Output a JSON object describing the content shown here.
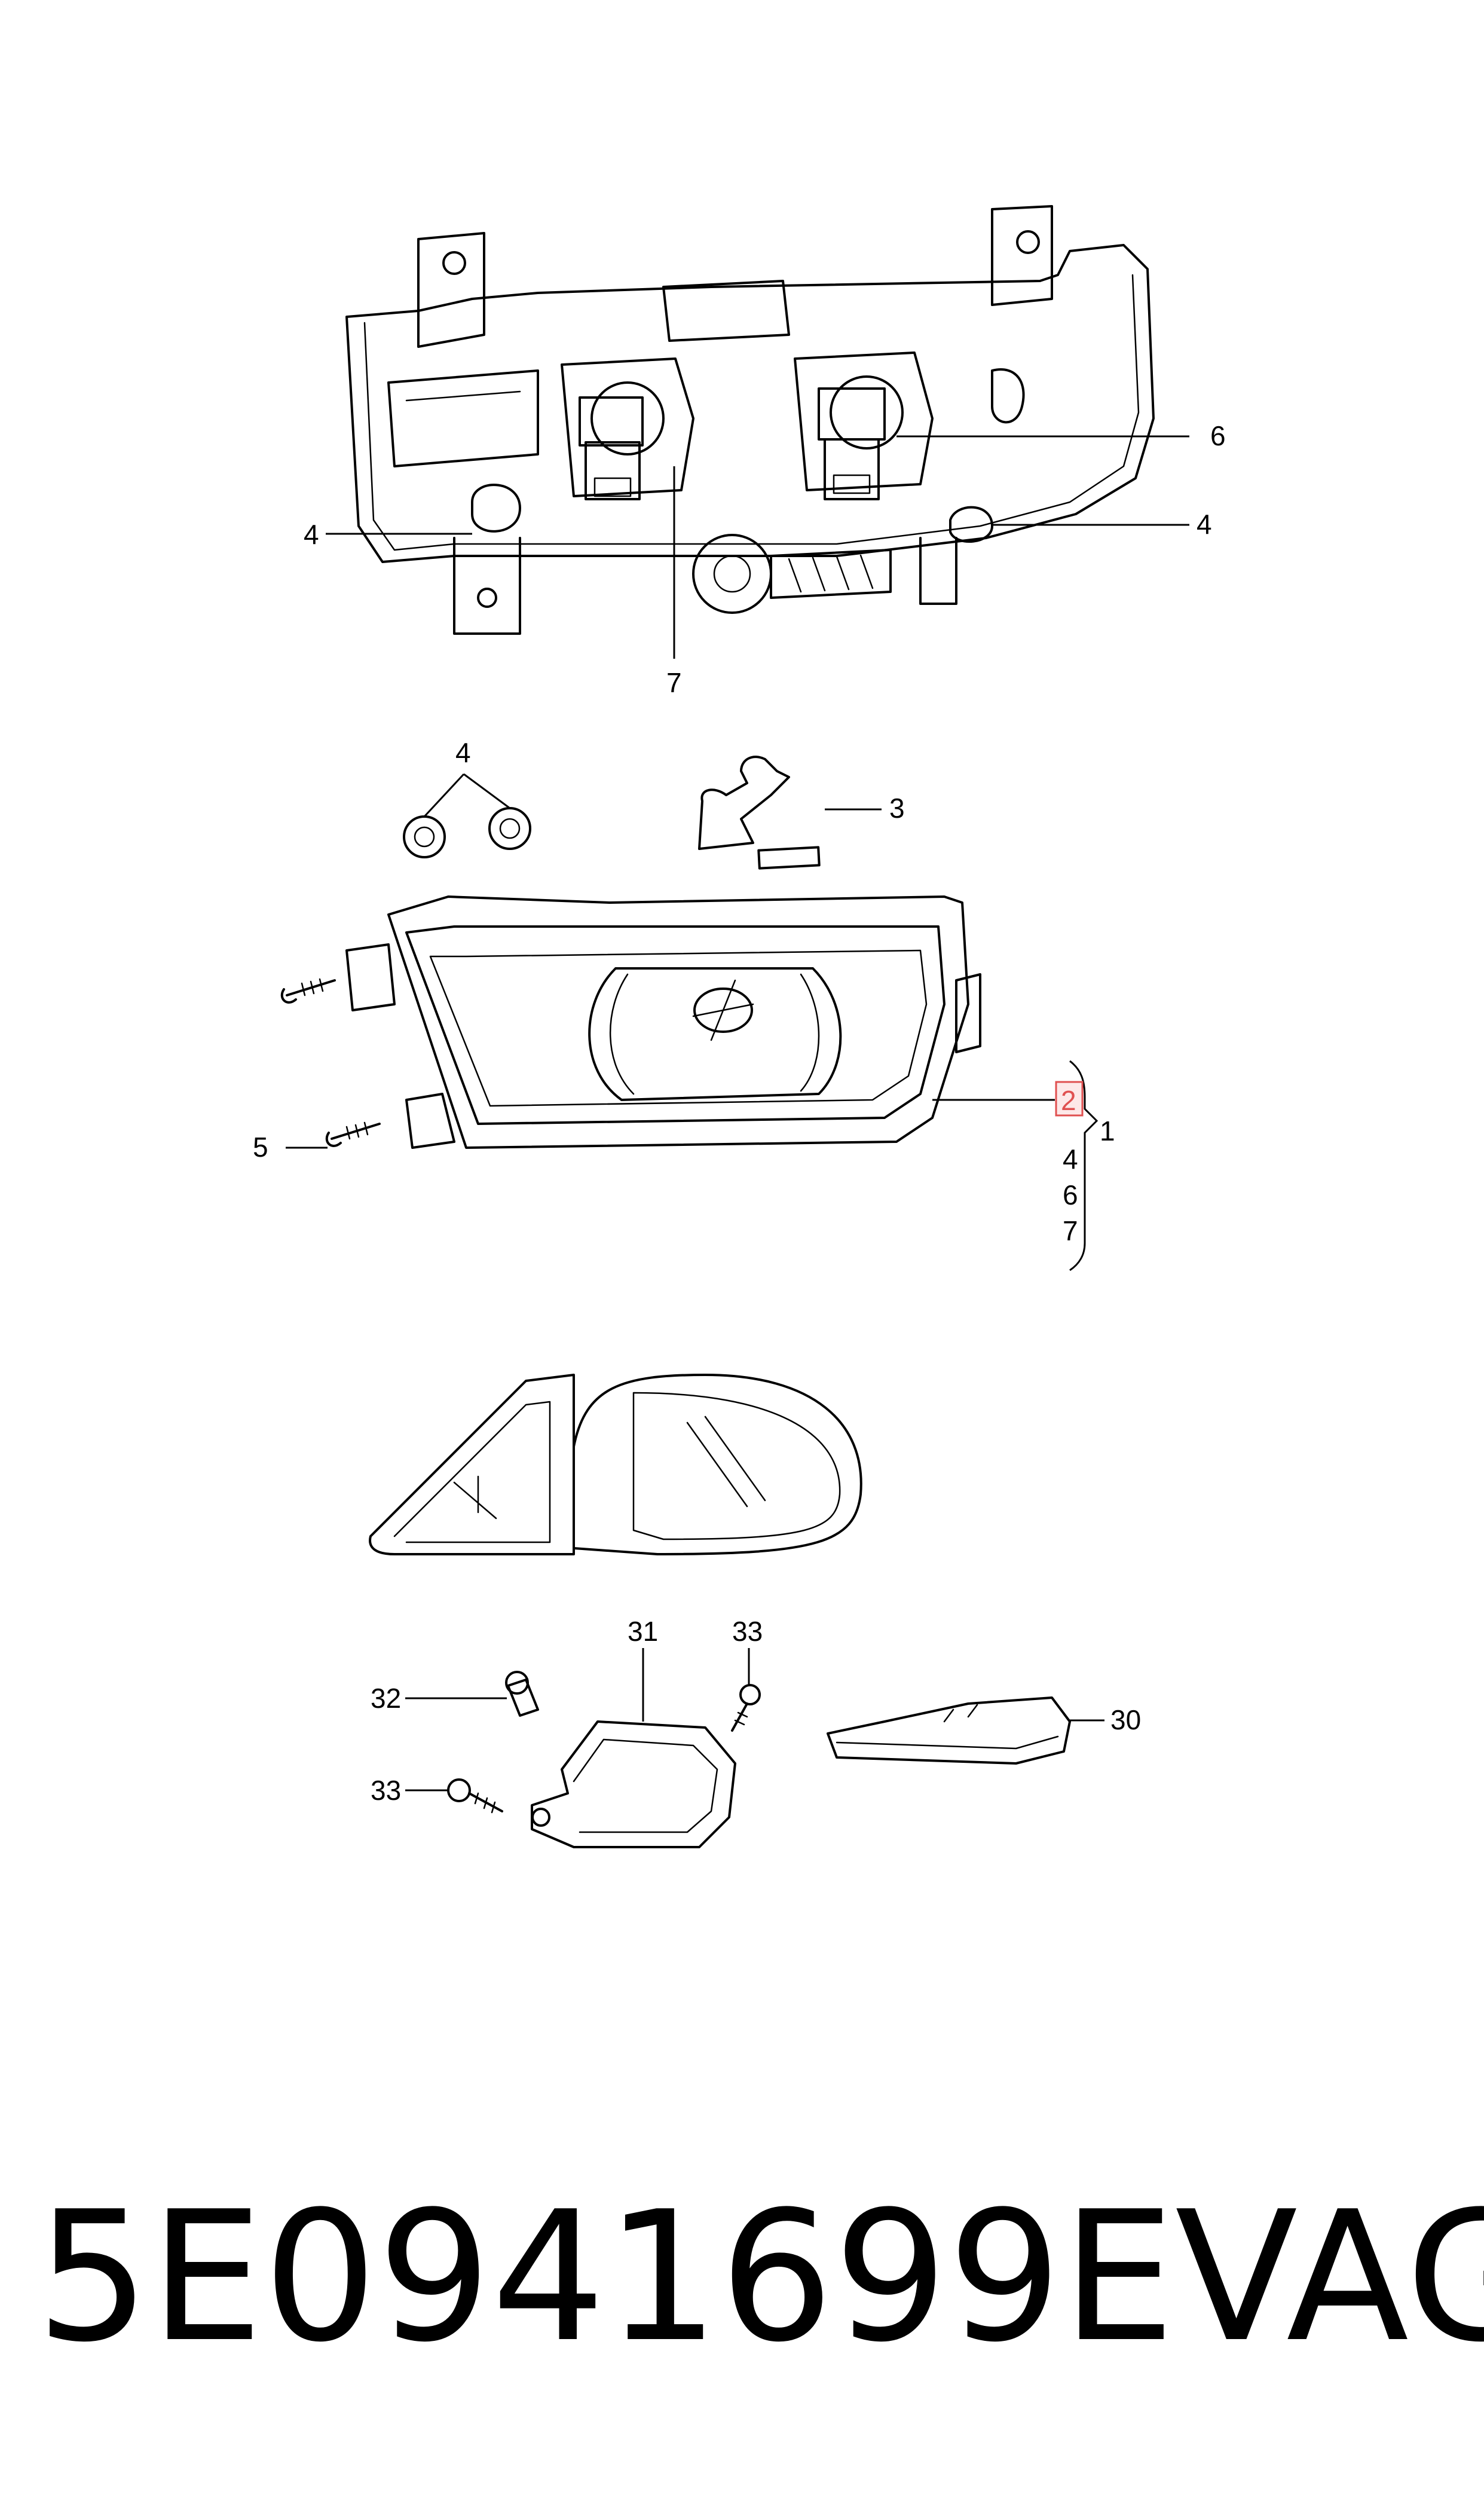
{
  "callouts": {
    "top_headlamp": [
      "6",
      "4",
      "4",
      "7"
    ],
    "fog_lamp": [
      "4",
      "3",
      "5",
      "2",
      "1",
      "4",
      "6",
      "7"
    ],
    "mirror": [
      "31",
      "33",
      "32",
      "33",
      "30"
    ]
  },
  "highlighted_callout": "2",
  "footer": {
    "part_number": "5E0941699E",
    "brand": "VAG"
  }
}
